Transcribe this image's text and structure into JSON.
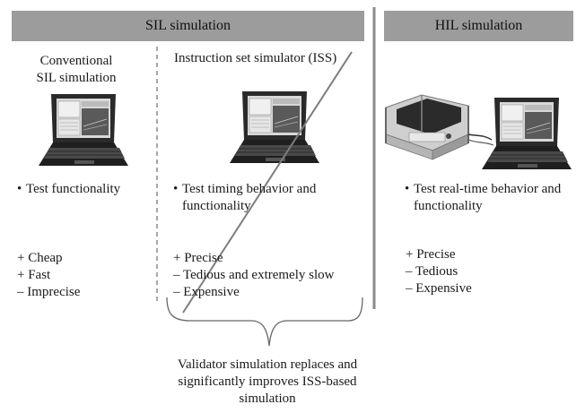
{
  "headers": {
    "sil": "SIL simulation",
    "hil": "HIL simulation"
  },
  "columns": {
    "conventional": {
      "title_line1": "Conventional",
      "title_line2": "SIL simulation",
      "bullet": "Test functionality",
      "props": [
        "+ Cheap",
        "+ Fast",
        "– Imprecise"
      ]
    },
    "iss": {
      "title": "Instruction set simulator (ISS)",
      "bullet_line1": "Test timing behavior and",
      "bullet_line2": "functionality",
      "props": [
        "+ Precise",
        "– Tedious and extremely slow",
        "– Expensive"
      ]
    },
    "hil": {
      "bullet_line1": "Test real-time behavior and",
      "bullet_line2": "functionality",
      "props": [
        "+ Precise",
        "– Tedious",
        "– Expensive"
      ]
    }
  },
  "brace_caption": {
    "line1": "Validator simulation replaces and",
    "line2": "significantly improves ISS-based",
    "line3": "simulation"
  },
  "icons": [
    "laptop-icon",
    "laptop-icon",
    "hil-test-rig-icon",
    "laptop-icon"
  ],
  "colors": {
    "header_bg": "#9c9c9c",
    "separator": "#888888"
  }
}
